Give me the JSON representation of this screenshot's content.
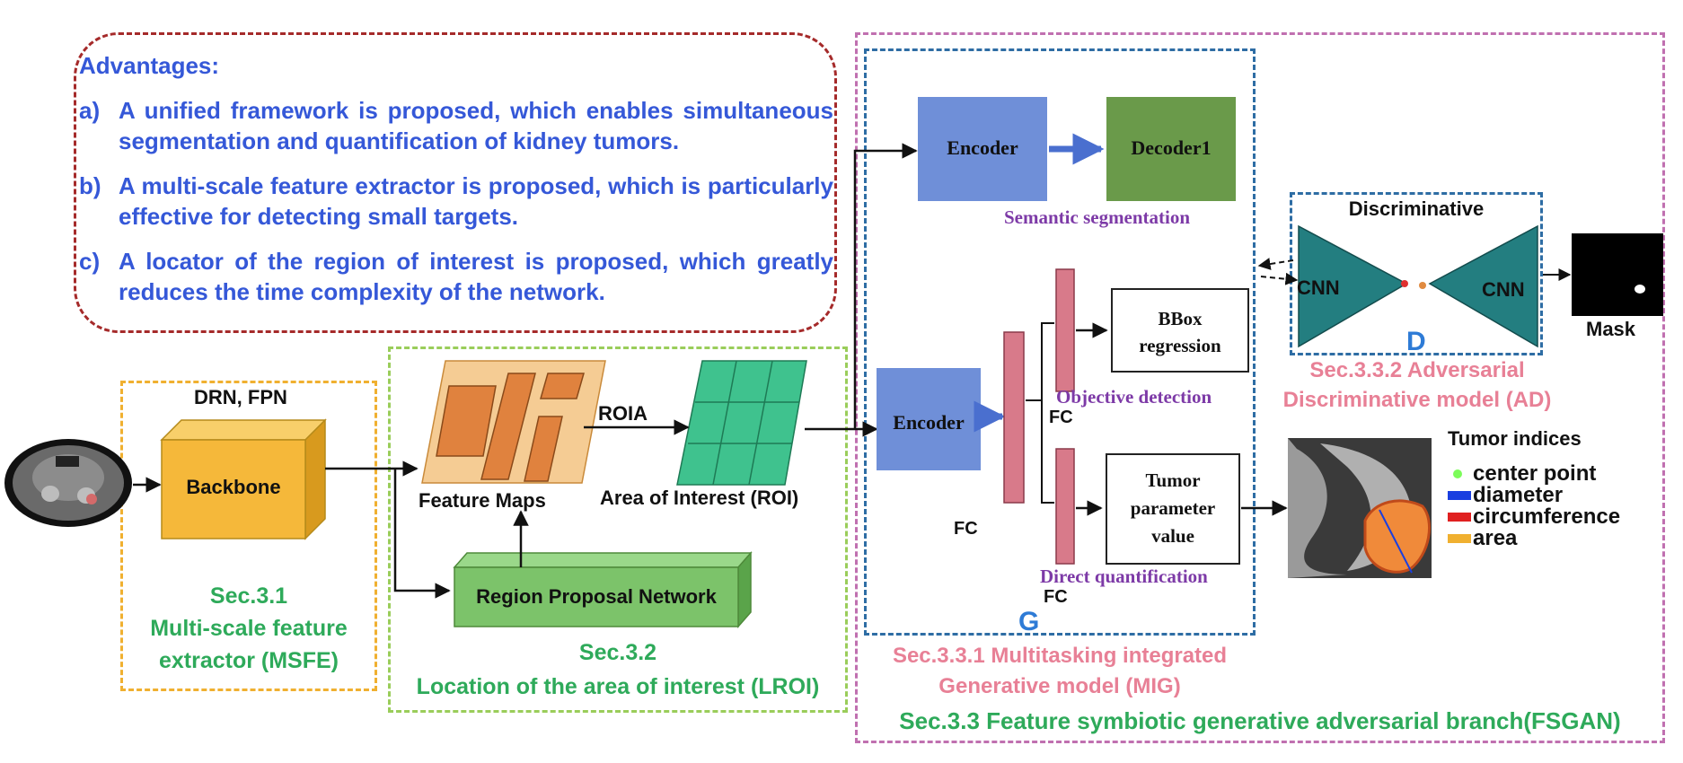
{
  "advantages": {
    "title": "Advantages:",
    "items": [
      {
        "label": "a)",
        "text": "A unified framework is proposed, which enables simultaneous segmentation and quantification of kidney tumors."
      },
      {
        "label": "b)",
        "text": "A multi-scale feature extractor is proposed, which is particularly effective for detecting small targets."
      },
      {
        "label": "c)",
        "text": "A locator of the region of interest is proposed, which greatly reduces the time complexity of the network."
      }
    ]
  },
  "msfe": {
    "top_label": "DRN, FPN",
    "backbone": "Backbone",
    "sec_line1": "Sec.3.1",
    "sec_line2": "Multi-scale feature",
    "sec_line3": "extractor (MSFE)"
  },
  "lroi": {
    "feature_maps": "Feature Maps",
    "roia": "ROIA",
    "roi": "Area of Interest (ROI)",
    "rpn": "Region Proposal Network",
    "sec_line1": "Sec.3.2",
    "sec_line2": "Location of the area of interest (LROI)"
  },
  "mig": {
    "encoder_top": "Encoder",
    "decoder": "Decoder1",
    "semantic": "Semantic segmentation",
    "encoder_mid": "Encoder",
    "bbox_line1": "BBox",
    "bbox_line2": "regression",
    "objective": "Objective detection",
    "fc_a": "FC",
    "fc_b": "FC",
    "fc_c": "FC",
    "tumor_line1": "Tumor",
    "tumor_line2": "parameter",
    "tumor_line3": "value",
    "direct": "Direct quantification",
    "g": "G",
    "sec_line1": "Sec.3.3.1 Multitasking integrated",
    "sec_line2": "Generative model (MIG)"
  },
  "ad": {
    "title": "Discriminative",
    "cnn_left": "CNN",
    "cnn_right": "CNN",
    "d": "D",
    "mask": "Mask",
    "sec_line1": "Sec.3.3.2  Adversarial",
    "sec_line2": "Discriminative model (AD)"
  },
  "tumor_indices": {
    "title": "Tumor indices",
    "items": [
      {
        "label": "center point",
        "color": "#7cfc5a"
      },
      {
        "label": "diameter",
        "color": "#1a3fe0"
      },
      {
        "label": "circumference",
        "color": "#e02020"
      },
      {
        "label": "area",
        "color": "#f0b030"
      }
    ]
  },
  "fsgan": {
    "sec": "Sec.3.3 Feature symbiotic generative adversarial branch(FSGAN)"
  },
  "colors": {
    "advantages_border": "#a52a2a",
    "advantages_text": "#3558d8",
    "msfe_border": "#f0b030",
    "lroi_border": "#9acd5a",
    "mig_border": "#2e6da4",
    "fsgan_border": "#c070b0",
    "encoder": "#6f8fd8",
    "decoder": "#6a9a4a",
    "fc": "#d87a8a",
    "cnn": "#237e80",
    "backbone": "#f5b83a",
    "rpn": "#7cc36a"
  }
}
